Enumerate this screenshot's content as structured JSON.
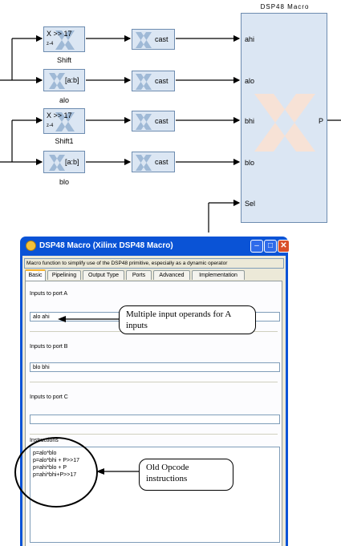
{
  "diagram": {
    "dsp_title": "DSP48 Macro",
    "blocks": [
      {
        "text": "X >> 17",
        "sub": "z-4",
        "label": "Shift"
      },
      {
        "text": "[a:b]",
        "sub": "",
        "label": "alo"
      },
      {
        "text": "X >> 17",
        "sub": "z-4",
        "label": "Shift1"
      },
      {
        "text": "[a:b]",
        "sub": "",
        "label": "blo"
      }
    ],
    "cast_label": "cast",
    "ports": [
      "ahi",
      "alo",
      "bhi",
      "blo",
      "Sel"
    ],
    "output_port": "P"
  },
  "dialog": {
    "title": "DSP48 Macro (Xilinx DSP48 Macro)",
    "description": "Macro function to simplify use of the DSP48 primitive, especially as a dynamic operator",
    "tabs": [
      "Basic",
      "Pipelining",
      "Output Type",
      "Ports",
      "Advanced",
      "Implementation"
    ],
    "port_a": {
      "label": "Inputs to port A",
      "value": "alo ahi"
    },
    "port_b": {
      "label": "Inputs to port B",
      "value": "blo bhi"
    },
    "port_c": {
      "label": "Inputs to port C",
      "value": ""
    },
    "instructions": {
      "label": "Instructions",
      "lines": [
        "p=alo*blo",
        "p=alo*bhi + P>>17",
        "p=ahi*blo + P",
        "p=ahi*bhi+P>>17"
      ]
    }
  },
  "callouts": {
    "multiple": "Multiple input operands for A inputs",
    "opcode": "Old Opcode instructions"
  },
  "colors": {
    "title_bar": "#0a53d6",
    "block_fill": "#dbe6f3",
    "dialog_bg": "#ece9d8",
    "close_button": "#d9502a"
  }
}
